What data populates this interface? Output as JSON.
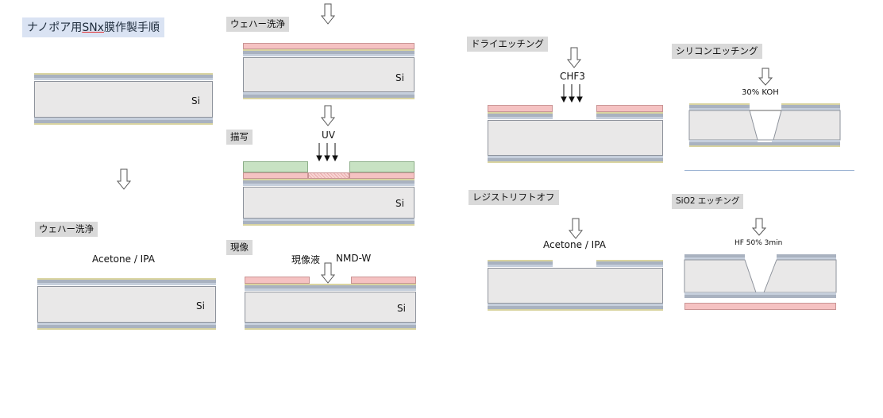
{
  "title": {
    "prefix": "ナノポア用",
    "highlight": "SNx",
    "suffix": "膜作製手順"
  },
  "steps": {
    "wash_top": "ウェハー洗浄",
    "wash_left": "ウェハー洗浄",
    "draw": "描写",
    "develop": "現像",
    "dry_etch": "ドライエッチング",
    "resist_liftoff": "レジストリフトオフ",
    "si_etch": "シリコンエッチング",
    "sio2_etch": "SiO2 エッチング"
  },
  "labels": {
    "si": "Si",
    "acetone_ipa": "Acetone / IPA",
    "uv": "UV",
    "developer": "現像液",
    "nmd": "NMD-W",
    "chf3": "CHF3",
    "koh": "30% KOH",
    "hf": "HF 50% 3min"
  },
  "colors": {
    "resist_pink": "#f5c2c2",
    "mask_green": "#c8e2c3",
    "substrate": "#e9e8e8",
    "snx_gray": "#a9b2c0",
    "sio2_yellow": "#d9d4a0",
    "title_bg": "#dae3f3"
  },
  "icons": [
    "down-arrow-icon",
    "uv-rays-icon"
  ]
}
